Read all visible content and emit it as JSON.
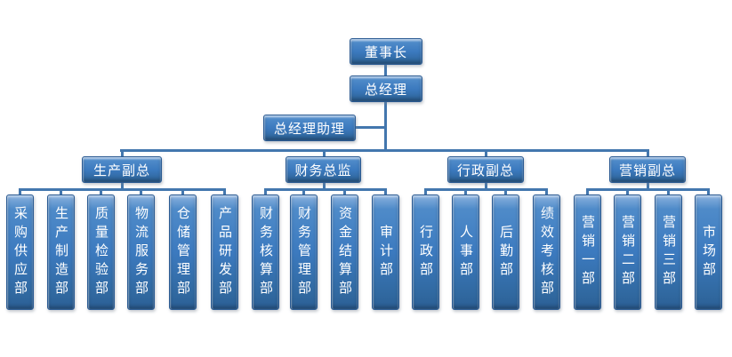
{
  "org": {
    "root": {
      "label": "董事长"
    },
    "general_manager": {
      "label": "总经理"
    },
    "assistant": {
      "label": "总经理助理"
    },
    "branches": [
      {
        "label": "生产副总",
        "children": [
          "采购供应部",
          "生产制造部",
          "质量检验部",
          "物流服务部",
          "仓储管理部",
          "产品研发部"
        ]
      },
      {
        "label": "财务总监",
        "children": [
          "财务核算部",
          "财务管理部",
          "资金结算部",
          "审计部"
        ]
      },
      {
        "label": "行政副总",
        "children": [
          "行政部",
          "人事部",
          "后勤部",
          "绩效考核部"
        ]
      },
      {
        "label": "营销副总",
        "children": [
          "营销一部",
          "营销二部",
          "营销三部",
          "市场部"
        ]
      }
    ]
  },
  "colors": {
    "node_fill": "#3C7ABF",
    "node_border": "#2A5A92",
    "connector": "#4377AE",
    "text": "#FFFFFF",
    "background": "#FFFFFF"
  }
}
